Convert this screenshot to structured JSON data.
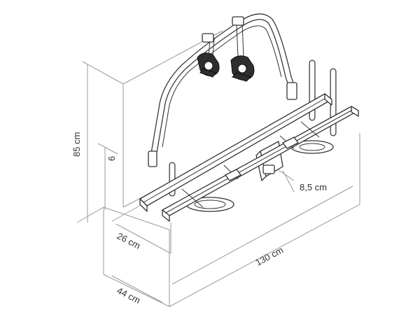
{
  "labels": {
    "height_total": "85 cm",
    "height_offset": "6",
    "depth_small": "8,5 cm",
    "depth_rail": "26 cm",
    "width_total": "130 cm",
    "depth_total": "44 cm"
  },
  "colors": {
    "line": "#333333",
    "dimension": "#9a9a9a",
    "clamp": "#2e2e2e",
    "background": "#ffffff"
  }
}
